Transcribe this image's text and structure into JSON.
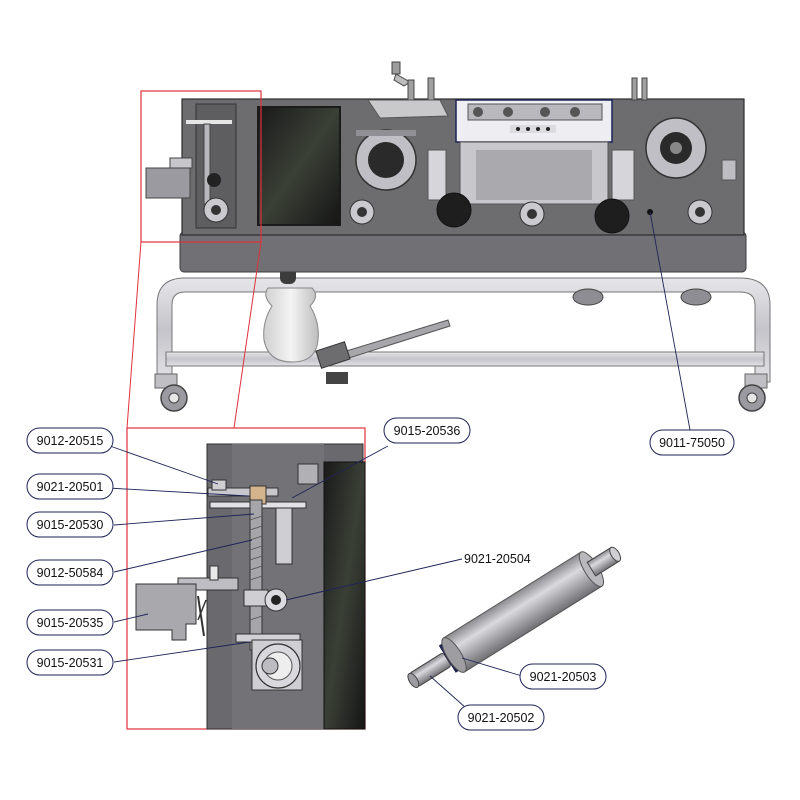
{
  "colors": {
    "machine_body": "#6b6b6b",
    "machine_dark": "#2b2b2b",
    "frame": "#cfcfd4",
    "outline": "#1f2357",
    "highlight": "#e0313b",
    "leader": "#1f2357"
  },
  "callouts": {
    "main_assembly": "9011-75050",
    "detail": [
      "9012-20515",
      "9021-20501",
      "9015-20530",
      "9012-50584",
      "9015-20535",
      "9015-20531",
      "9015-20536"
    ],
    "roller": [
      "9021-20504",
      "9021-20503",
      "9021-20502"
    ]
  }
}
